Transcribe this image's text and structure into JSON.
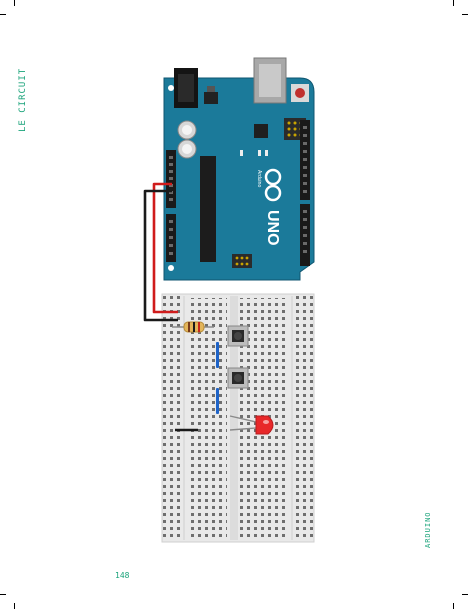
{
  "page": {
    "title": "LE CIRCUIT",
    "right_label": "ARDUINO",
    "page_number": "148"
  },
  "colors": {
    "accent": "#1aa37a",
    "board": "#1b7a9a",
    "breadboard": "#e9e9e9",
    "wire_red": "#d01c1c",
    "wire_black": "#1a1a1a",
    "jumper_blue": "#1d63c8",
    "led": "#e8282a"
  },
  "board": {
    "logo_text": "UNO",
    "brand": "Arduino"
  },
  "icons": [
    "resistor-icon",
    "pushbutton-icon",
    "led-icon"
  ]
}
